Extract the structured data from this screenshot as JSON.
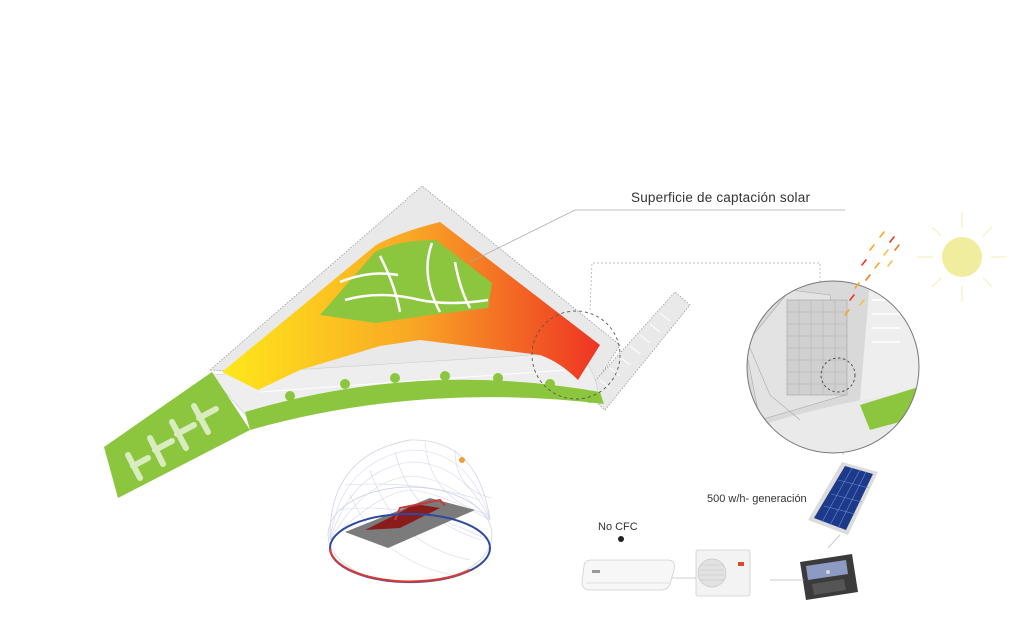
{
  "labels": {
    "solar_surface": "Superficie de captación solar",
    "generation": "500 w/h- generación",
    "no_cfc": "No CFC"
  },
  "icons": {
    "site": "site-plan",
    "sun": "sun-icon",
    "sun_path": "sun-path-dome",
    "panel": "solar-panel-icon",
    "controller": "charge-controller-icon",
    "condenser": "ac-outdoor-unit-icon",
    "indoor_unit": "ac-indoor-unit-icon"
  },
  "colors": {
    "gradient_start": "#ffe81a",
    "gradient_mid": "#f9a825",
    "gradient_end": "#ee3324",
    "green": "#8cc63f",
    "ground": "#e9e9e9",
    "sun": "#f0ee9e",
    "leader": "#aaaaaa"
  }
}
